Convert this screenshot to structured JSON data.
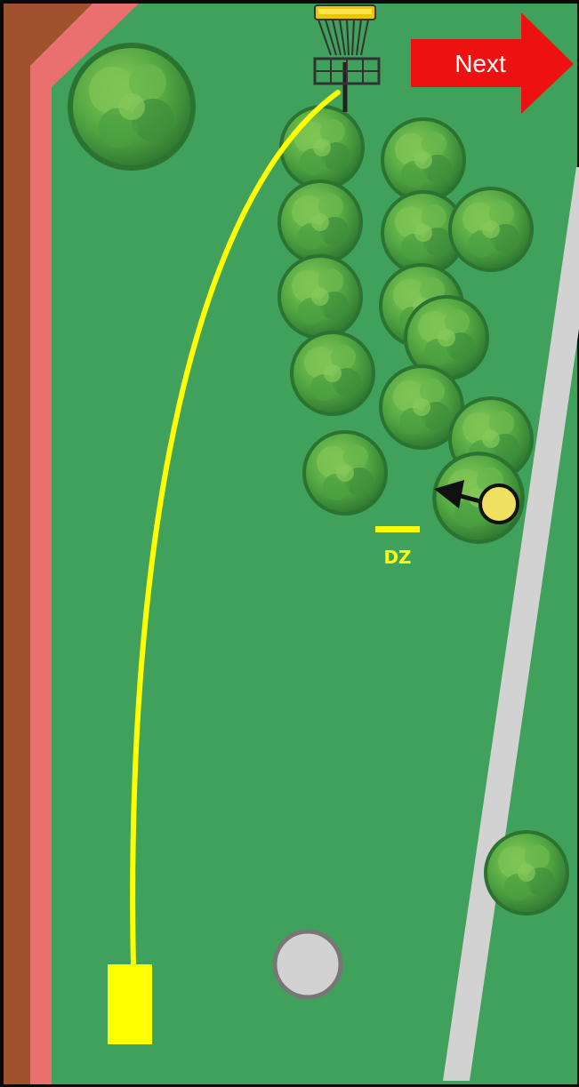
{
  "map": {
    "type": "disc golf hole diagram",
    "colors": {
      "fairway": "#3fa15c",
      "frame": "#0a0a0a",
      "ob_boundary": "#a0522d",
      "ob_line": "#ea7070",
      "path": "#c8c8c8",
      "flight_line": "#ffff00",
      "tee_pad": "#ffff00",
      "tree_light": "#6fbb4e",
      "tree_mid": "#45983e",
      "tree_dark": "#2e7a32",
      "next_arrow": "#ee1111",
      "disc": "#f0e060",
      "marker": "#d2d2d2"
    }
  },
  "nav": {
    "next_label": "Next",
    "next_icon": "right-arrow-icon"
  },
  "drop_zone": {
    "label": "DZ"
  },
  "basket": {
    "icon": "disc-golf-basket-icon"
  },
  "disc_position": {
    "icon": "disc-icon",
    "direction_icon": "left-arrow-icon"
  },
  "tee": {
    "icon": "tee-pad-icon"
  },
  "marker": {
    "icon": "circle-marker-icon"
  }
}
